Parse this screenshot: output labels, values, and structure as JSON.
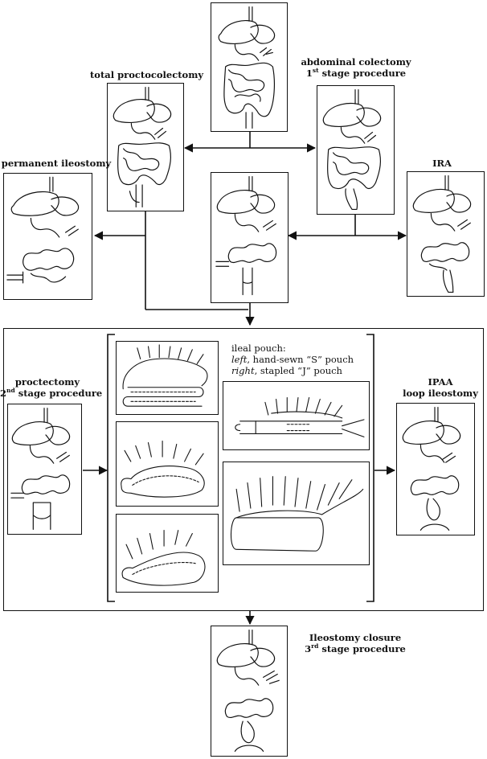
{
  "labels": {
    "total_proctocolectomy": "total proctocolectomy",
    "abdominal_colectomy": "abdominal colectomy",
    "first_stage_num": "1",
    "first_stage_sup": "st",
    "first_stage_rest": " stage procedure",
    "permanent_ileostomy": "permanent ileostomy",
    "ira": "IRA",
    "proctectomy": "proctectomy",
    "second_stage_num": "2",
    "second_stage_sup": "nd",
    "second_stage_rest": " stage procedure",
    "ipaa": "IPAA",
    "loop_ileostomy": "loop ileostomy",
    "ileostomy_closure": "Ileostomy closure",
    "third_stage_num": "3",
    "third_stage_sup": "rd",
    "third_stage_rest": " stage procedure"
  },
  "pouch": {
    "title": "ileal pouch:",
    "left_word": "left",
    "left_rest": ", hand-sewn “S” pouch",
    "right_word": "right",
    "right_rest": ", stapled “J” pouch"
  },
  "colors": {
    "line": "#111111",
    "background": "#ffffff"
  }
}
